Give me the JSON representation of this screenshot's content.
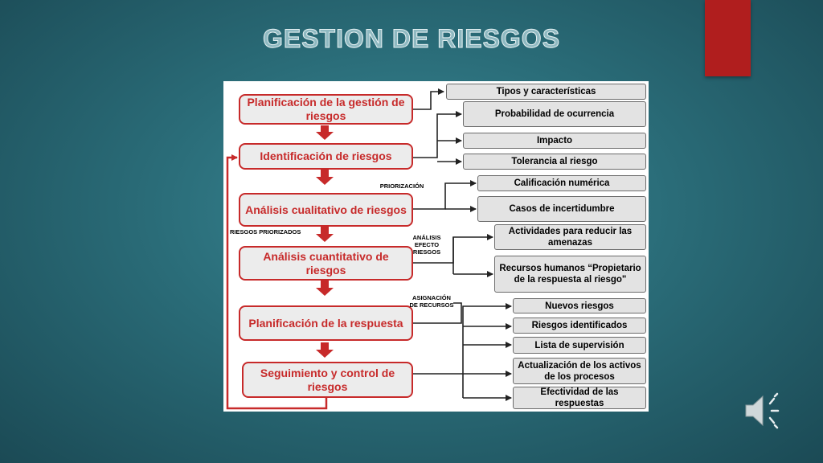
{
  "title": "GESTION DE RIESGOS",
  "colors": {
    "stage_border": "#c72a2a",
    "accent_tab": "#b01e1e",
    "background": "#2a6c78"
  },
  "stages": [
    "Planificación de la gestión de riesgos",
    "Identificación de riesgos",
    "Análisis cualitativo de riesgos",
    "Análisis cuantitativo de riesgos",
    "Planificación de la respuesta",
    "Seguimiento y control de riesgos"
  ],
  "connector_labels": {
    "priorizacion": "PRIORIZACIÓN",
    "riesgos_priorizados": "RIESGOS PRIORIZADOS",
    "analisis_efecto": "ANÁLISIS EFECTO RIESGOS",
    "asignacion": "ASIGNACIÓN DE RECURSOS"
  },
  "outputs": [
    "Tipos y características",
    "Probabilidad de ocurrencia",
    "Impacto",
    "Tolerancia al riesgo",
    "Calificación numérica",
    "Casos de incertidumbre",
    "Actividades para reducir las amenazas",
    "Recursos humanos “Propietario de la respuesta al riesgo\"",
    "Nuevos riesgos",
    "Riesgos identificados",
    "Lista de supervisión",
    "Actualización de los activos de los procesos",
    "Efectividad de las respuestas"
  ],
  "icons": {
    "audio": "speaker-icon"
  }
}
